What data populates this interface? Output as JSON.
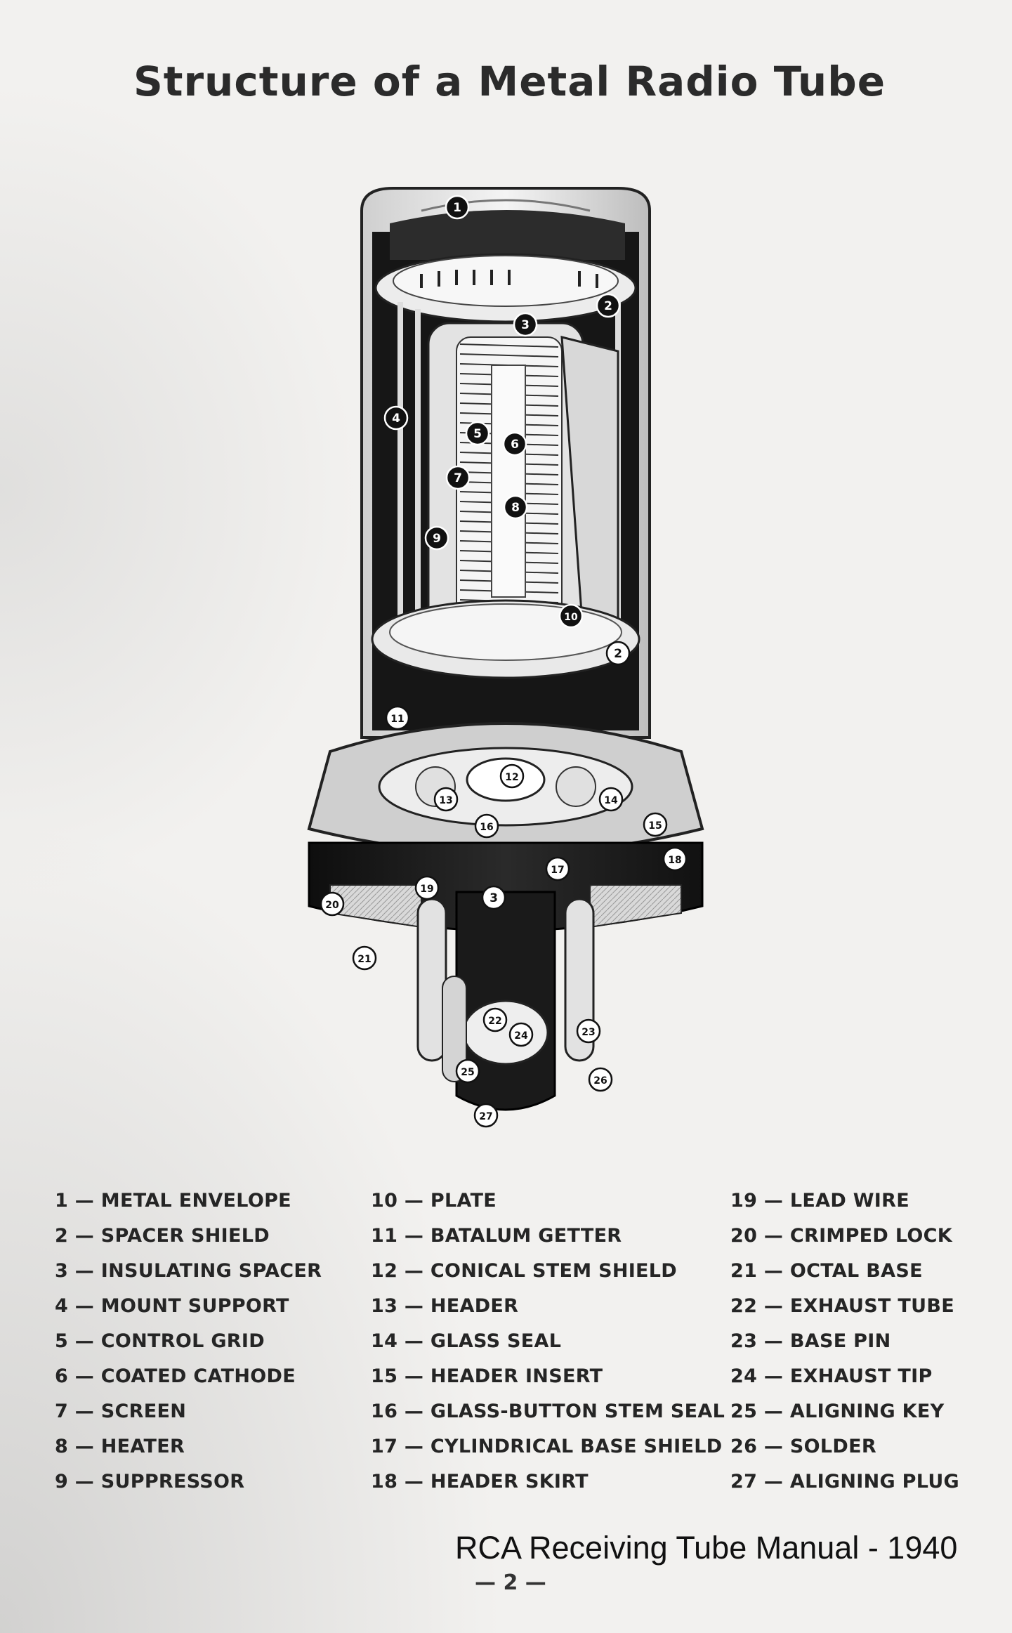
{
  "title": "Structure of a Metal Radio Tube",
  "callouts": [
    "1",
    "2",
    "3",
    "2",
    "3",
    "4",
    "5",
    "6",
    "7",
    "8",
    "9",
    "10",
    "11",
    "12",
    "13",
    "14",
    "15",
    "16",
    "17",
    "18",
    "19",
    "20",
    "21",
    "22",
    "23",
    "24",
    "25",
    "26",
    "27"
  ],
  "legend": {
    "col1": [
      "1 — METAL ENVELOPE",
      "2 — SPACER SHIELD",
      "3 — INSULATING SPACER",
      "4 — MOUNT SUPPORT",
      "5 — CONTROL GRID",
      "6 — COATED CATHODE",
      "7 — SCREEN",
      "8 — HEATER",
      "9 — SUPPRESSOR"
    ],
    "col2": [
      "10 — PLATE",
      "11 — BATALUM GETTER",
      "12 — CONICAL STEM SHIELD",
      "13 — HEADER",
      "14 — GLASS SEAL",
      "15 — HEADER INSERT",
      "16 — GLASS-BUTTON STEM SEAL",
      "17 — CYLINDRICAL BASE SHIELD",
      "18 — HEADER SKIRT"
    ],
    "col3": [
      "19 — LEAD WIRE",
      "20 — CRIMPED LOCK",
      "21 — OCTAL BASE",
      "22 — EXHAUST TUBE",
      "23 — BASE PIN",
      "24 — EXHAUST TIP",
      "25 — ALIGNING KEY",
      "26 — SOLDER",
      "27 — ALIGNING PLUG"
    ]
  },
  "credit": "RCA Receiving Tube Manual - 1940",
  "page_number": "— 2 —"
}
